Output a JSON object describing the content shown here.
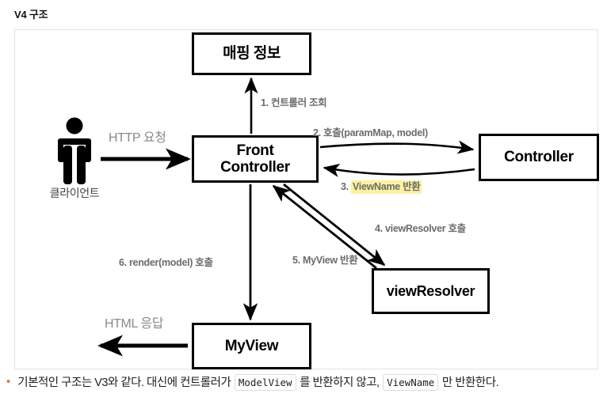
{
  "page": {
    "title": "V4 구조"
  },
  "diagram": {
    "nodes": {
      "mapping": "매핑 정보",
      "front_controller_line1": "Front",
      "front_controller_line2": "Controller",
      "controller": "Controller",
      "view_resolver": "viewResolver",
      "myview": "MyView",
      "client": "클라이언트"
    },
    "labels": {
      "http_request": "HTTP 요청",
      "html_response": "HTML 응답",
      "step1": "1. 컨트롤러 조회",
      "step2": "2. 호출(paramMap, model)",
      "step3_prefix": "3. ",
      "step3_highlight": "ViewName 반환",
      "step4": "4. viewResolver 호출",
      "step5": "5. MyView 반환",
      "step6": "6. render(model) 호출"
    },
    "colors": {
      "highlight": "#fbf2a0",
      "edge_label": "#6b6b6b",
      "plain_label": "#8a8a8a",
      "node_border": "#000000",
      "frame_border": "#e3e3e3",
      "bullet": "#e8734a"
    }
  },
  "caption": {
    "bullet": "•",
    "part1": "기본적인 구조는 V3와 같다. 대신에 컨트롤러가 ",
    "code1": "ModelView",
    "part2": " 를 반환하지 않고, ",
    "code2": "ViewName",
    "part3": " 만 반환한다."
  }
}
